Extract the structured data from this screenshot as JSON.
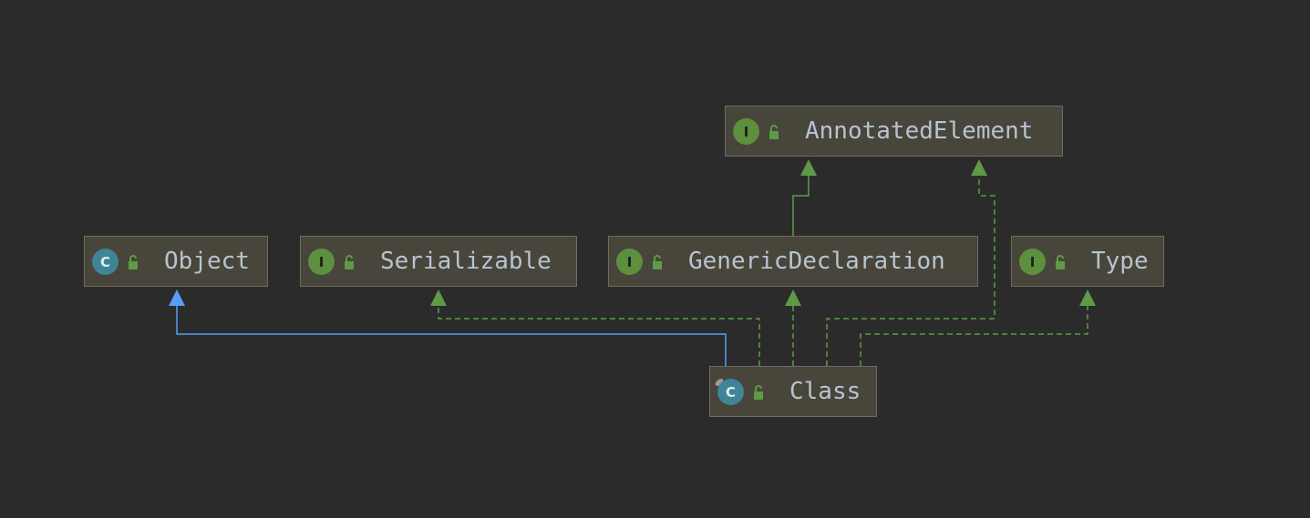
{
  "diagram": {
    "type": "class-hierarchy",
    "colors": {
      "background": "#2b2b2b",
      "node_fill": "#48453b",
      "node_border": "#6f6c63",
      "label": "#b7c4d0",
      "interface_badge": "#5c8f3e",
      "class_badge": "#3f8497",
      "extends_edge": "#589df6",
      "implements_edge": "#5e9a47"
    },
    "nodes": [
      {
        "id": "annotated-element",
        "label": "AnnotatedElement",
        "kind": "interface",
        "badge": "I",
        "icon": "interface-icon"
      },
      {
        "id": "object",
        "label": "Object",
        "kind": "class",
        "badge": "C",
        "icon": "class-icon"
      },
      {
        "id": "serializable",
        "label": "Serializable",
        "kind": "interface",
        "badge": "I",
        "icon": "interface-icon"
      },
      {
        "id": "generic-declaration",
        "label": "GenericDeclaration",
        "kind": "interface",
        "badge": "I",
        "icon": "interface-icon"
      },
      {
        "id": "type",
        "label": "Type",
        "kind": "interface",
        "badge": "I",
        "icon": "interface-icon"
      },
      {
        "id": "class",
        "label": "Class",
        "kind": "class",
        "badge": "C",
        "icon": "class-icon"
      }
    ],
    "edges": [
      {
        "from": "class",
        "to": "object",
        "relation": "extends",
        "style": "solid"
      },
      {
        "from": "class",
        "to": "serializable",
        "relation": "implements",
        "style": "dashed"
      },
      {
        "from": "class",
        "to": "generic-declaration",
        "relation": "implements",
        "style": "dashed"
      },
      {
        "from": "class",
        "to": "annotated-element",
        "relation": "implements",
        "style": "dashed"
      },
      {
        "from": "class",
        "to": "type",
        "relation": "implements",
        "style": "dashed"
      },
      {
        "from": "generic-declaration",
        "to": "annotated-element",
        "relation": "extends",
        "style": "solid"
      }
    ]
  }
}
